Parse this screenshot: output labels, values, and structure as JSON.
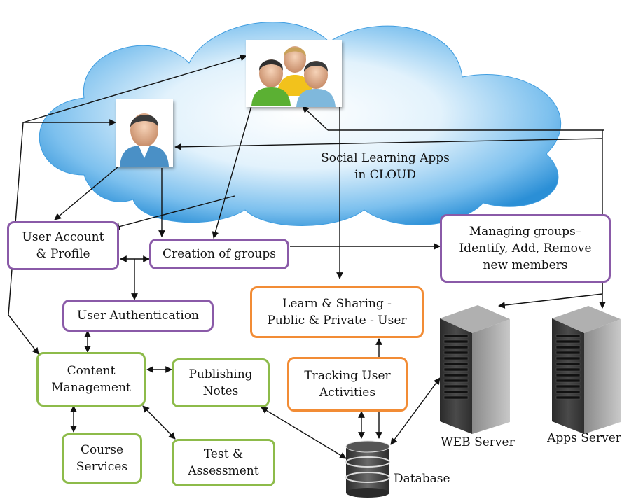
{
  "cloud_label": "Social Learning Apps\nin CLOUD",
  "boxes": {
    "user_account": "User Account\n& Profile",
    "creation_groups": "Creation of groups",
    "managing_groups": "Managing groups–\nIdentify, Add, Remove\nnew members",
    "user_auth": "User Authentication",
    "learn_sharing": "Learn & Sharing -\nPublic & Private - User",
    "content_mgmt": "Content\nManagement",
    "publishing_notes": "Publishing\nNotes",
    "tracking": "Tracking User\nActivities",
    "course_services": "Course\nServices",
    "test_assessment": "Test &\nAssessment"
  },
  "servers": {
    "web": "WEB Server",
    "apps": "Apps Server"
  },
  "database_label": "Database",
  "colors": {
    "purple": "#8a5aa8",
    "orange": "#f28c35",
    "green": "#8dbb4a",
    "cloud": "#2b8fd6"
  },
  "icons": [
    "cloud-icon",
    "single-user-icon",
    "user-group-icon",
    "server-icon",
    "database-icon"
  ]
}
